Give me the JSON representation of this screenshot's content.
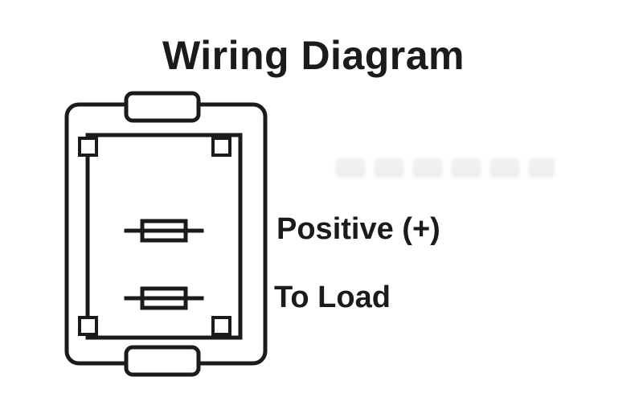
{
  "theme": {
    "ink": "#1b1b1b",
    "bg": "#ffffff"
  },
  "title": "Wiring Diagram",
  "diagram": {
    "labels": {
      "positive": "Positive (+)",
      "load": "To Load"
    }
  }
}
